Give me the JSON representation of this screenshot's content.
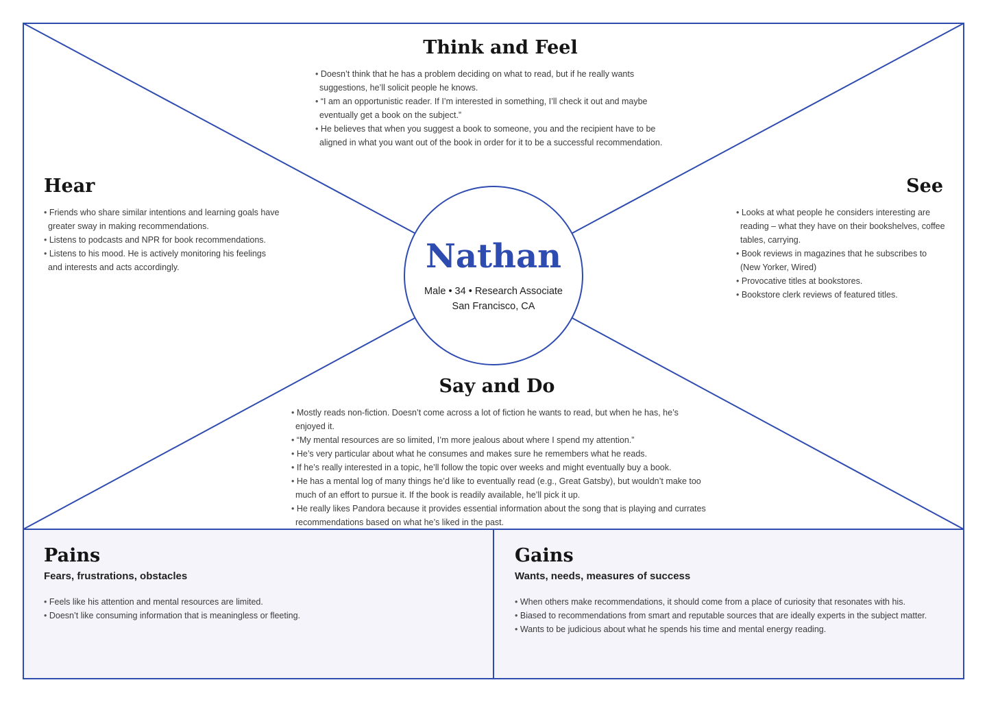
{
  "persona": {
    "name": "Nathan",
    "details_line1": "Male • 34 • Research Associate",
    "details_line2": "San Francisco, CA"
  },
  "think_feel": {
    "heading": "Think and Feel",
    "items": [
      "Doesn’t think that he has a problem deciding on what to read, but if he really wants suggestions, he’ll solicit people he knows.",
      "“I am an opportunistic reader. If I’m interested in something, I’ll check it out and maybe eventually get a book on the subject.”",
      "He believes that when you suggest a book to someone, you and the recipient have to be aligned in what you want out of the book in order for it to be a successful recommendation."
    ]
  },
  "hear": {
    "heading": "Hear",
    "items": [
      "Friends who share similar intentions and learning goals have greater sway in making recommendations.",
      "Listens to podcasts and NPR for book recommendations.",
      "Listens to his mood. He is actively monitoring his feelings and interests and acts accordingly."
    ]
  },
  "see": {
    "heading": "See",
    "items": [
      "Looks at what people he considers interesting are reading – what they have on their bookshelves, coffee tables, carrying.",
      "Book reviews in magazines that he subscribes to (New Yorker, Wired)",
      "Provocative titles at bookstores.",
      "Bookstore clerk reviews of featured titles."
    ]
  },
  "say_do": {
    "heading": "Say and Do",
    "items": [
      "Mostly reads non-fiction. Doesn’t come across a lot of fiction he wants to read, but when he has, he’s enjoyed it.",
      "“My mental resources are so limited, I’m more jealous about where I spend my attention.”",
      "He’s very particular about what he consumes and makes sure he remembers what he reads.",
      "If he’s really interested in a topic, he’ll follow the topic over weeks and might eventually buy a book.",
      "He has a mental log of many things he’d like to eventually read (e.g., Great Gatsby), but wouldn’t make too much of an effort to pursue it. If the book is readily available, he’ll pick it up.",
      "He really likes Pandora because it provides essential information about the song that is playing and currates recommendations based on what he’s liked in the past."
    ]
  },
  "pains": {
    "heading": "Pains",
    "subheading": "Fears, frustrations, obstacles",
    "items": [
      "Feels like his attention and mental resources are limited.",
      "Doesn’t like consuming information that is meaningless or fleeting."
    ]
  },
  "gains": {
    "heading": "Gains",
    "subheading": "Wants, needs, measures of success",
    "items": [
      "When others make recommendations, it should come from a place of curiosity that resonates with his.",
      "Biased to recommendations from smart and reputable sources that are ideally experts in the subject matter.",
      "Wants to be judicious about what he spends his time and mental energy reading."
    ]
  },
  "colors": {
    "accent": "#2e4bb0",
    "panel_background": "#f4f4fa",
    "heading_text": "#151515",
    "body_text": "#3a3a3a"
  }
}
